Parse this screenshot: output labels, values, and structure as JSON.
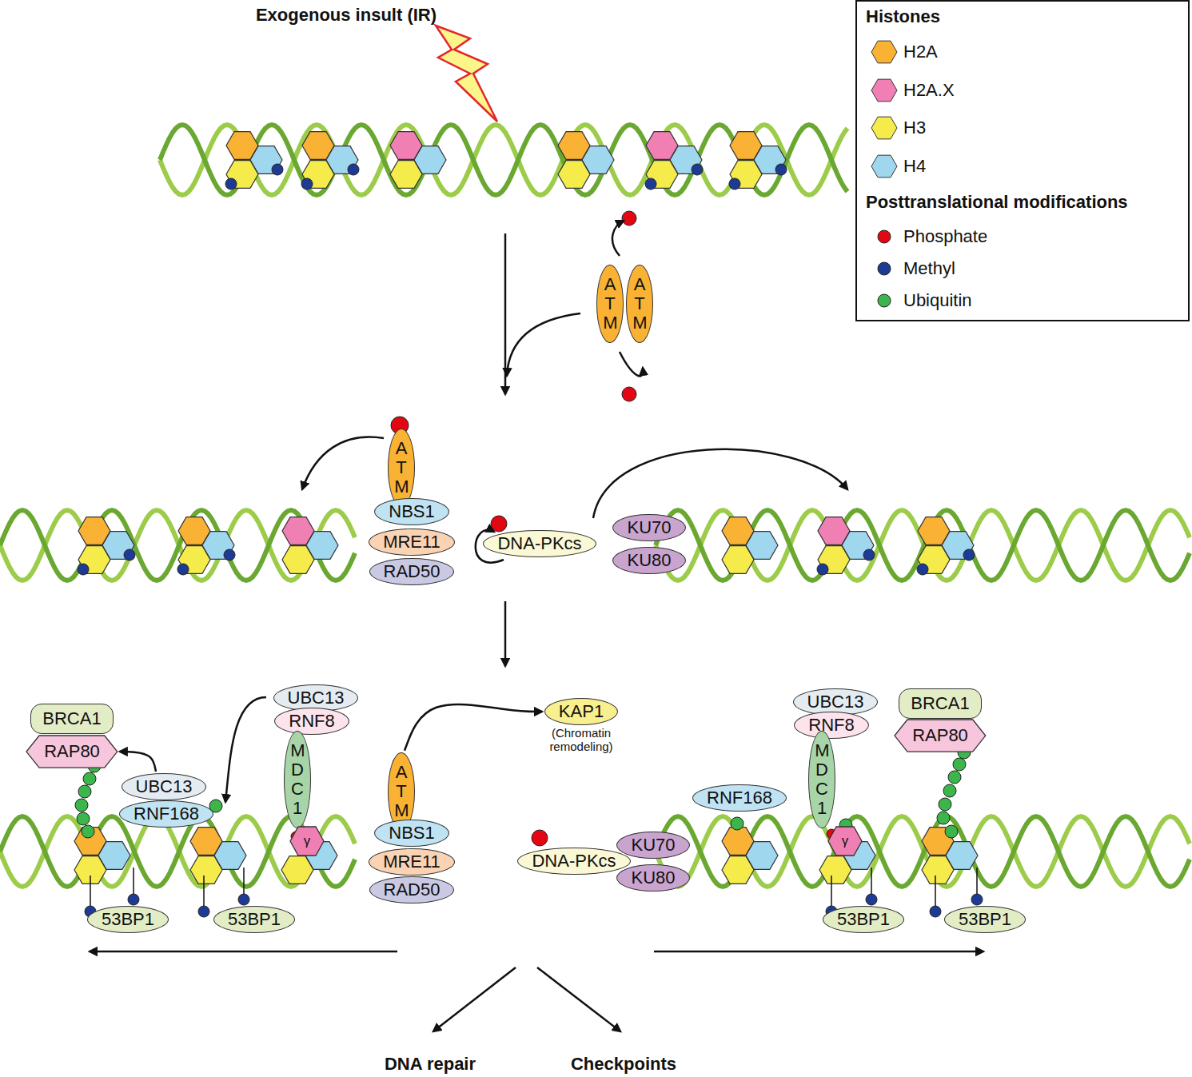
{
  "diagram": {
    "nodes": [
      {
        "text": [
          "ATM"
        ]
      },
      {
        "text": [
          "ATM"
        ]
      },
      {
        "text": [
          "ATM"
        ]
      },
      {
        "text": [
          "NBS1"
        ]
      },
      {
        "text": [
          "MRE11"
        ]
      },
      {
        "text": [
          "RAD50"
        ]
      },
      {
        "text": [
          "DNA-PKcs"
        ]
      },
      {
        "text": [
          "KU70"
        ]
      },
      {
        "text": [
          "KU80"
        ]
      },
      {
        "text": [
          "BRCA1"
        ]
      },
      {
        "text": [
          "RAP80"
        ]
      },
      {
        "text": [
          "UBC13"
        ]
      },
      {
        "text": [
          "RNF168"
        ]
      },
      {
        "text": [
          "UBC13"
        ]
      },
      {
        "text": [
          "RNF8"
        ]
      },
      {
        "text": [
          "MDC1"
        ]
      },
      {
        "text": [
          "γ"
        ]
      },
      {
        "text": [
          "ATM"
        ]
      },
      {
        "text": [
          "NBS1"
        ]
      },
      {
        "text": [
          "MRE11"
        ]
      },
      {
        "text": [
          "RAD50"
        ]
      },
      {
        "text": [
          "KAP1",
          "(Chromatin remodeling)"
        ]
      },
      {
        "text": [
          "DNA-PKcs"
        ]
      },
      {
        "text": [
          "KU70"
        ]
      },
      {
        "text": [
          "KU80"
        ]
      },
      {
        "text": [
          "RNF168"
        ]
      },
      {
        "text": [
          "UBC13"
        ]
      },
      {
        "text": [
          "RNF8"
        ]
      },
      {
        "text": [
          "MDC1"
        ]
      },
      {
        "text": [
          "γ"
        ]
      },
      {
        "text": [
          "BRCA1"
        ]
      },
      {
        "text": [
          "RAP80"
        ]
      },
      {
        "text": [
          "53BP1"
        ]
      },
      {
        "text": [
          "53BP1"
        ]
      },
      {
        "text": [
          "53BP1"
        ]
      },
      {
        "text": [
          "53BP1"
        ]
      }
    ],
    "edges": [
      {
        "from": 17,
        "to": 21,
        "arrow": "to"
      },
      {
        "from": 11,
        "to": 10,
        "arrow": "to"
      }
    ],
    "labels": [
      "Exogenous insult (IR)",
      "Histones",
      "Posttranslational modifications",
      "DNA repair",
      "Checkpoints"
    ],
    "legend": [
      {
        "text": "H2A",
        "color": "#f9b233"
      },
      {
        "text": "H2A.X",
        "color": "#f080b4"
      },
      {
        "text": "H3",
        "color": "#f5ec4c"
      },
      {
        "text": "H4",
        "color": "#9fd7ef"
      },
      {
        "text": "Phosphate",
        "color": "#e30613"
      },
      {
        "text": "Methyl",
        "color": "#1d3a94"
      },
      {
        "text": "Ubiquitin",
        "color": "#3cb54a"
      }
    ]
  }
}
